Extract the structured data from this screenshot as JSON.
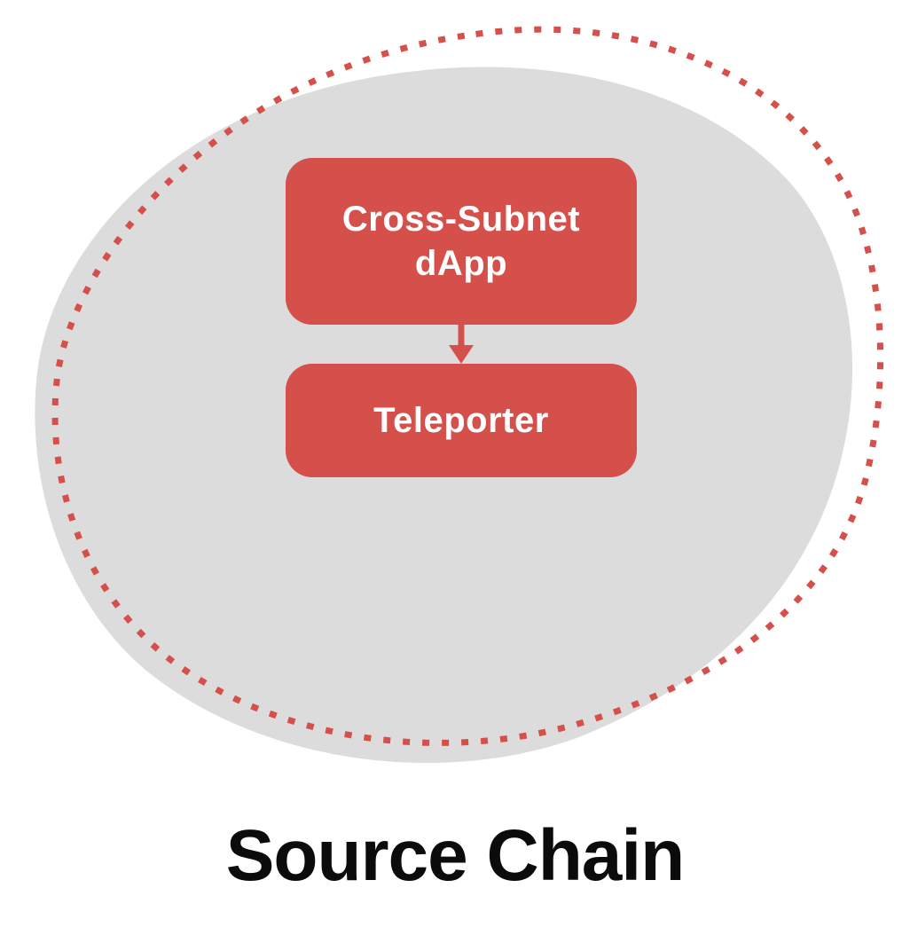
{
  "diagram": {
    "title": "Source Chain",
    "nodes": [
      {
        "id": "cross-subnet-dapp",
        "label": "Cross-Subnet dApp"
      },
      {
        "id": "teleporter",
        "label": "Teleporter"
      }
    ],
    "edges": [
      {
        "from": "cross-subnet-dapp",
        "to": "teleporter",
        "direction": "down"
      }
    ],
    "colors": {
      "node_red": "#d5504b",
      "blob_gray": "#dcdcdc",
      "dotted_outline_red": "#d5504b",
      "title_text": "#0b0b0b",
      "node_text": "#ffffff"
    }
  }
}
